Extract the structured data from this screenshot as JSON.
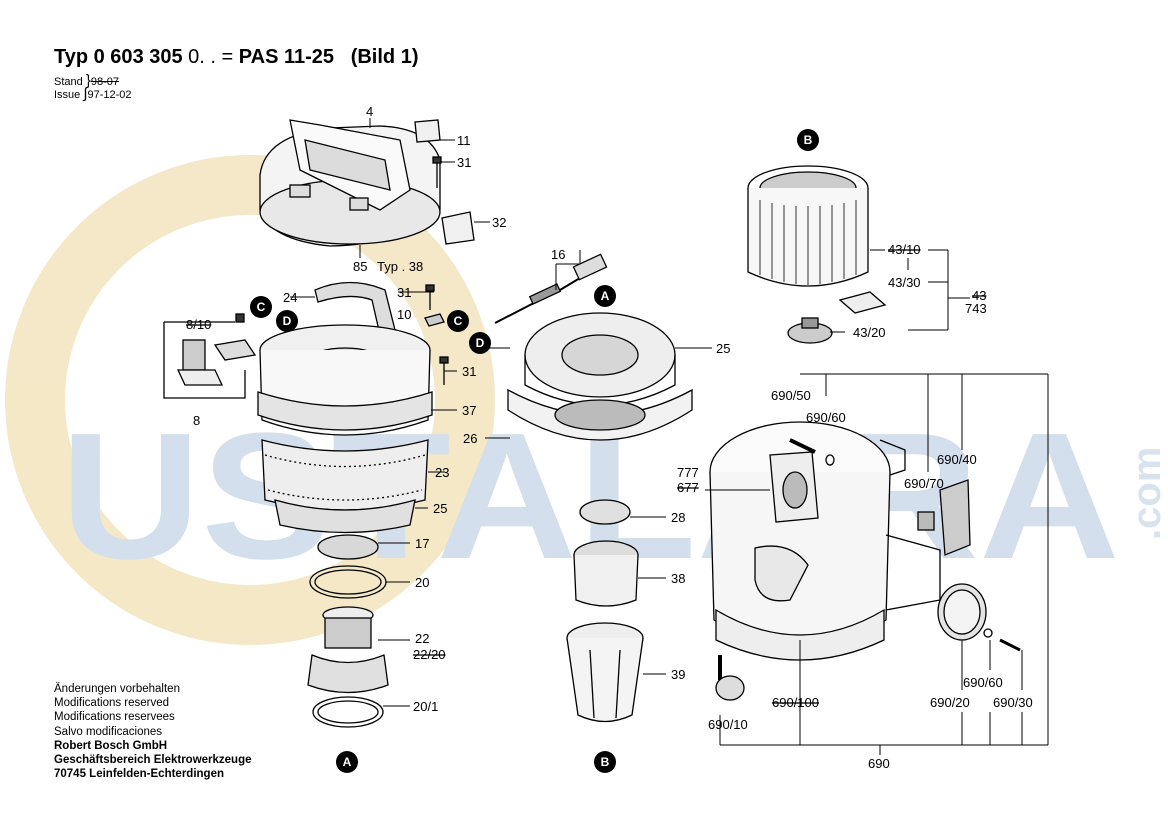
{
  "header": {
    "title_part1": "Typ 0 60",
    "title_part2": "3 305",
    "title_part3": " 0. . = ",
    "title_part4": "PAS 11-25",
    "title_part5": "(Bild 1)",
    "stand_label": "Stand",
    "stand_value": "98-07",
    "issue_label": "Issue",
    "issue_value": "97-12-02"
  },
  "watermark": {
    "text": "USTALARA",
    "suffix": ".com",
    "color": "#c9d7e6",
    "ring_color": "#f3e6c2"
  },
  "markers": {
    "A": "A",
    "B": "B",
    "C": "C",
    "D": "D"
  },
  "labels": {
    "p4": "4",
    "p11": "11",
    "p31a": "31",
    "p32": "32",
    "p85": "85",
    "p38typ": "Typ . 38",
    "p16": "16",
    "p24": "24",
    "p31b": "31",
    "p10": "10",
    "p810": "8/10",
    "p8": "8",
    "p31c": "31",
    "p37": "37",
    "p25a": "25",
    "p26": "26",
    "p23": "23",
    "p25b": "25",
    "p17": "17",
    "p20": "20",
    "p22": "22",
    "p2220": "22/20",
    "p201": "20/1",
    "p28": "28",
    "p38": "38",
    "p39": "39",
    "p4310": "43/10",
    "p4330": "43/30",
    "p43": "43",
    "p743": "743",
    "p4320": "43/20",
    "p69050": "690/50",
    "p69060a": "690/60",
    "p69040": "690/40",
    "p69070": "690/70",
    "p777": "777",
    "p677": "677",
    "p69060b": "690/60",
    "p69020": "690/20",
    "p69030": "690/30",
    "p690100": "690/100",
    "p69010": "690/10",
    "p690": "690"
  },
  "notes": {
    "line1": "Änderungen vorbehalten",
    "line2": "Modifications reserved",
    "line3": "Modifications reservees",
    "line4": "Salvo modificaciones",
    "line5": "Robert Bosch GmbH",
    "line6": "Geschäftsbereich Elektrowerkzeuge",
    "line7": "70745 Leinfelden-Echterdingen"
  }
}
